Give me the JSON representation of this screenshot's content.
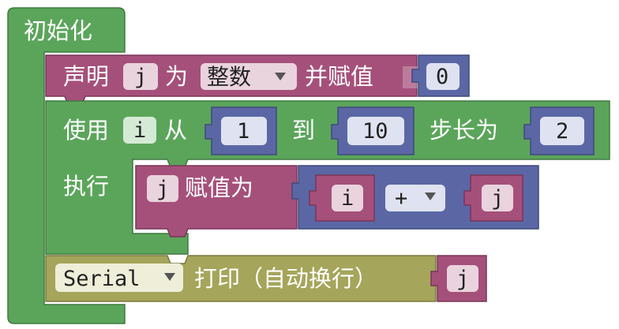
{
  "init_block": {
    "label": "初始化"
  },
  "declare_block": {
    "prefix": "声明",
    "variable": "j",
    "mid": "为",
    "type_option": "整数",
    "suffix": "并赋值",
    "value": "0"
  },
  "for_block": {
    "prefix": "使用",
    "variable": "i",
    "from_label": "从",
    "from_value": "1",
    "to_label": "到",
    "to_value": "10",
    "step_label": "步长为",
    "step_value": "2",
    "do_label": "执行"
  },
  "assign_block": {
    "variable": "j",
    "label": "赋值为",
    "left_operand": "i",
    "operator": "+",
    "right_operand": "j"
  },
  "serial_block": {
    "port_option": "Serial",
    "label": "打印（自动换行）",
    "value": "j"
  },
  "colors": {
    "setup_green": "#5ba55b",
    "variable_magenta": "#a5507a",
    "math_blue": "#5b67a5",
    "loop_green": "#5ba55b",
    "serial_olive": "#a5a55b"
  }
}
